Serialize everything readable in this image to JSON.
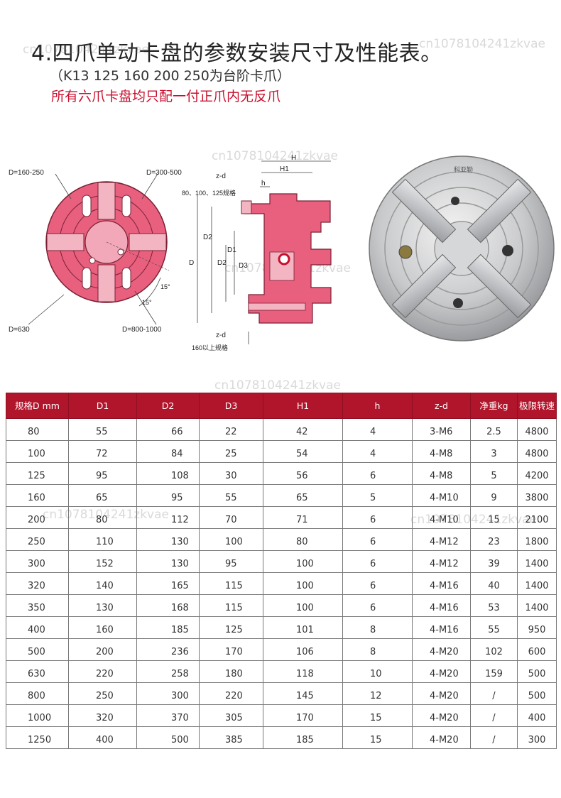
{
  "header": {
    "title": "4.四爪单动卡盘的参数安装尺寸及性能表。",
    "subtitle": "（K13  125  160  200  250为台阶卡爪）",
    "note": "所有六爪卡盘均只配一付正爪内无反爪"
  },
  "watermark_text": "cn1078104241zkvae",
  "diagram": {
    "label_d160_250": "D=160-250",
    "label_d300_500": "D=300-500",
    "label_d630": "D=630",
    "label_d800_1000": "D=800-1000",
    "angle_1": "15°",
    "angle_2": "15°",
    "label_zd_top": "z-d",
    "label_zd_bottom": "z-d",
    "label_h1": "H1",
    "label_h": "h",
    "label_H": "H",
    "label_small_sizes": "80、100、125规格",
    "label_large_sizes": "160以上规格",
    "label_D": "D",
    "label_D1": "D1",
    "label_D2": "D2",
    "label_D3": "D3",
    "photo_brand": "科亚勒"
  },
  "colors": {
    "header_bg": "#b0152b",
    "note_red": "#c8102e",
    "diagram_pink": "#e8607e"
  },
  "table": {
    "headers": [
      "规格D mm",
      "D1",
      "D2",
      "D3",
      "H1",
      "h",
      "z-d",
      "净重kg",
      "极限转速"
    ],
    "rows": [
      [
        "80",
        "55",
        "66",
        "22",
        "42",
        "4",
        "3-M6",
        "2.5",
        "4800"
      ],
      [
        "100",
        "72",
        "84",
        "25",
        "54",
        "4",
        "4-M8",
        "3",
        "4800"
      ],
      [
        "125",
        "95",
        "108",
        "30",
        "56",
        "6",
        "4-M8",
        "5",
        "4200"
      ],
      [
        "160",
        "65",
        "95",
        "55",
        "65",
        "5",
        "4-M10",
        "9",
        "3800"
      ],
      [
        "200",
        "80",
        "112",
        "70",
        "71",
        "6",
        "4-M10",
        "15",
        "2100"
      ],
      [
        "250",
        "110",
        "130",
        "100",
        "80",
        "6",
        "4-M12",
        "23",
        "1800"
      ],
      [
        "300",
        "152",
        "130",
        "95",
        "100",
        "6",
        "4-M12",
        "39",
        "1400"
      ],
      [
        "320",
        "140",
        "165",
        "115",
        "100",
        "6",
        "4-M16",
        "40",
        "1400"
      ],
      [
        "350",
        "130",
        "168",
        "115",
        "100",
        "6",
        "4-M16",
        "53",
        "1400"
      ],
      [
        "400",
        "160",
        "185",
        "125",
        "101",
        "8",
        "4-M16",
        "55",
        "950"
      ],
      [
        "500",
        "200",
        "236",
        "170",
        "106",
        "8",
        "4-M20",
        "102",
        "600"
      ],
      [
        "630",
        "220",
        "258",
        "180",
        "118",
        "10",
        "4-M20",
        "159",
        "500"
      ],
      [
        "800",
        "250",
        "300",
        "220",
        "145",
        "12",
        "4-M20",
        "/",
        "500"
      ],
      [
        "1000",
        "320",
        "370",
        "305",
        "170",
        "15",
        "4-M20",
        "/",
        "400"
      ],
      [
        "1250",
        "400",
        "500",
        "385",
        "185",
        "15",
        "4-M20",
        "/",
        "300"
      ]
    ]
  }
}
